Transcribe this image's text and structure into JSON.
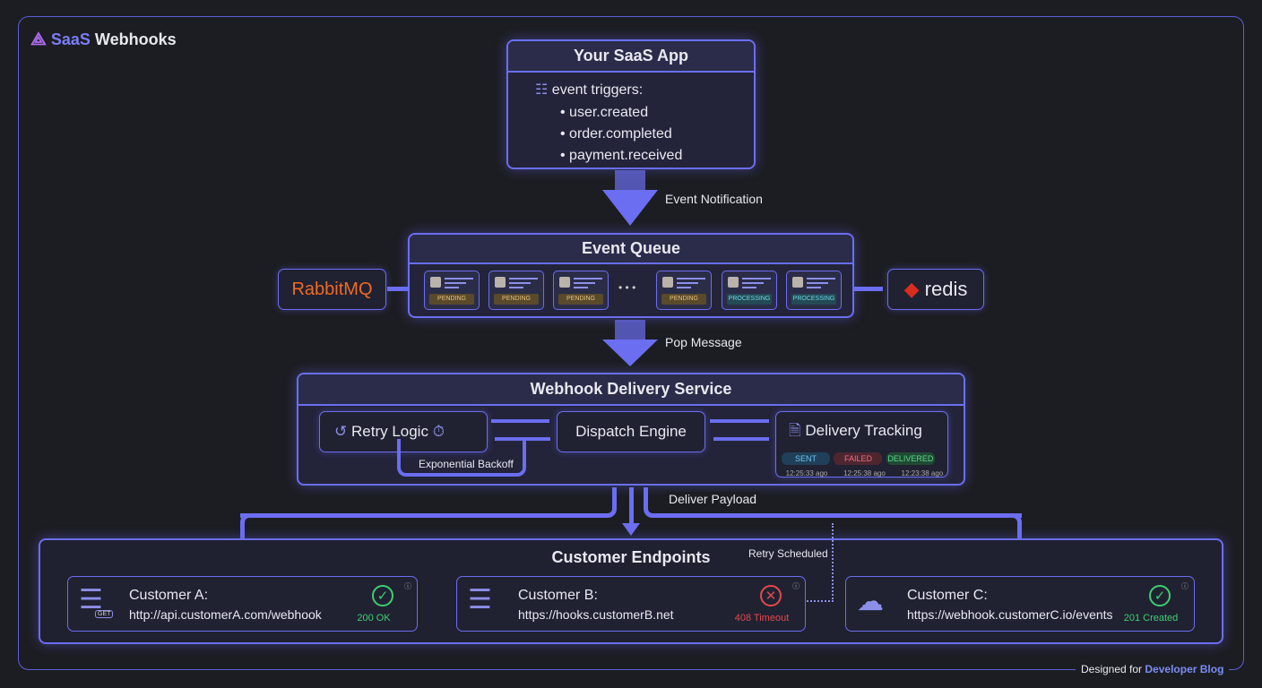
{
  "brand": {
    "title_a": "SaaS",
    "title_b": "Webhooks"
  },
  "app": {
    "title": "Your SaaS App",
    "triggers_label": "event triggers:",
    "triggers": [
      "user.created",
      "order.completed",
      "payment.received"
    ]
  },
  "flow": {
    "notification": "Event Notification",
    "pop": "Pop Message",
    "deliver": "Deliver Payload",
    "retry_scheduled": "Retry Scheduled"
  },
  "queue": {
    "title": "Event Queue",
    "source": "RabbitMQ",
    "sink": "redis",
    "ellipsis": "• • •",
    "items": [
      "PENDING",
      "PENDING",
      "PENDING",
      "PENDING",
      "PROCESSING",
      "PROCESSING"
    ]
  },
  "service": {
    "title": "Webhook Delivery Service",
    "retry": "Retry Logic",
    "backoff": "Exponential Backoff",
    "dispatch": "Dispatch Engine",
    "tracking": {
      "title": "Delivery Tracking",
      "statuses": [
        {
          "label": "SENT",
          "time": "12:25:33 ago"
        },
        {
          "label": "FAILED",
          "time": "12:25:38 ago"
        },
        {
          "label": "DELIVERED",
          "time": "12:23:38 ago"
        }
      ]
    }
  },
  "endpoints": {
    "title": "Customer Endpoints",
    "items": [
      {
        "name": "Customer A:",
        "url": "http://api.customerA.com/webhook",
        "status": "200 OK",
        "badge": "GET",
        "icon": "check-icon"
      },
      {
        "name": "Customer B:",
        "url": "https://hooks.customerB.net",
        "status": "408 Timeout",
        "icon": "x-icon"
      },
      {
        "name": "Customer C:",
        "url": "https://webhook.customerC.io/events",
        "status": "201 Created",
        "icon": "check-icon"
      }
    ]
  },
  "footer": {
    "prefix": "Designed for",
    "highlight": "Developer Blog"
  },
  "colors": {
    "accent": "#6b6ef0",
    "success": "#3ecf6e",
    "error": "#e5484d",
    "rabbit": "#f06a23",
    "redis": "#d82c20"
  }
}
